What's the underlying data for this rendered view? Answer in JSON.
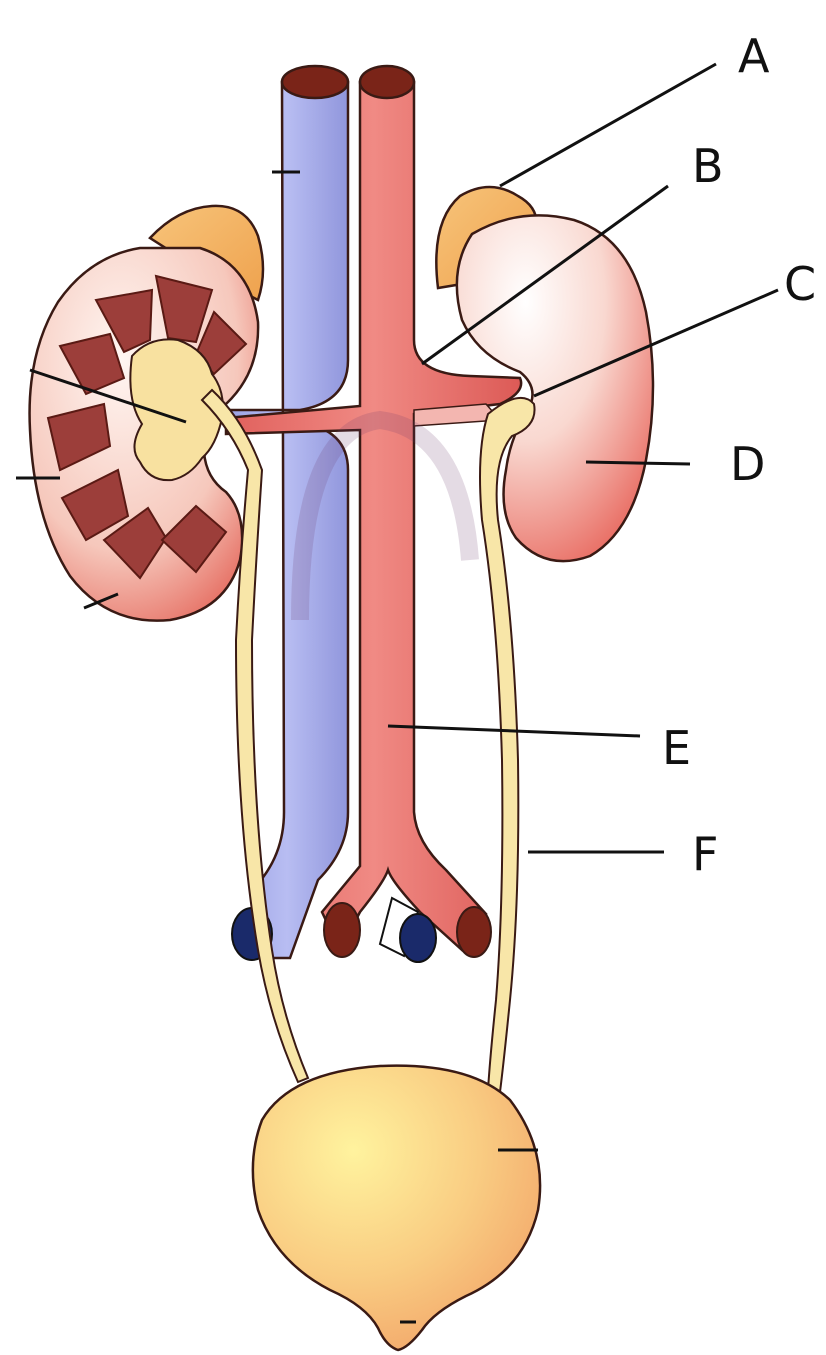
{
  "labels": {
    "a": "A",
    "b": "B",
    "c": "C",
    "d": "D",
    "e": "E",
    "f": "F"
  },
  "colors": {
    "vein": "#aab0ec",
    "artery": "#ea6e6a",
    "vessel_lumen": "#7a2418",
    "vein_lumen": "#1a2a6a",
    "kidney": "#f2a090",
    "adrenal_gland": "#f5b468",
    "ureter": "#f8e6a8",
    "bladder": "#f7c07a"
  }
}
